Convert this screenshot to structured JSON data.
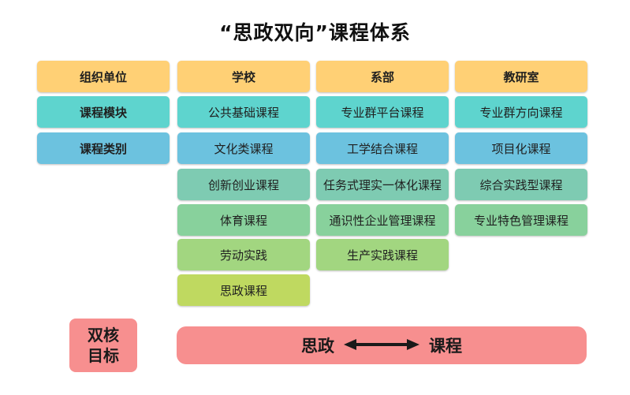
{
  "title": "“思政双向”课程体系",
  "header_row": {
    "label": "组织单位",
    "school": "学校",
    "department": "系部",
    "research_office": "教研室"
  },
  "row_labels": {
    "module": "课程模块",
    "category": "课程类别"
  },
  "school_courses": [
    "公共基础课程",
    "文化类课程",
    "创新创业课程",
    "体育课程",
    "劳动实践",
    "思政课程"
  ],
  "department_courses": [
    "专业群平台课程",
    "工学结合课程",
    "任务式理实一体化课程",
    "通识性企业管理课程",
    "生产实践课程"
  ],
  "research_office_courses": [
    "专业群方向课程",
    "项目化课程",
    "综合实践型课程",
    "专业特色管理课程"
  ],
  "goal": {
    "line1": "双核",
    "line2": "目标",
    "left": "思政",
    "right": "课程"
  },
  "colors": {
    "yellow": "#ffd075",
    "teal": "#5ed4ce",
    "blue": "#6cc2df",
    "green_1": "#7ecbb2",
    "green_2": "#88d19c",
    "green_3": "#a2d680",
    "green_4": "#bfd960",
    "pink": "#f78f8f"
  }
}
